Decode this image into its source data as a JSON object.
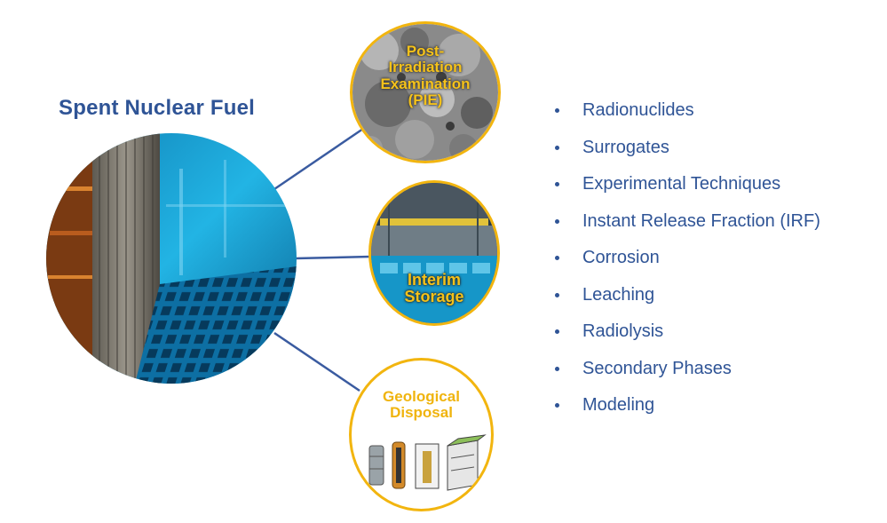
{
  "title": "Spent Nuclear Fuel",
  "nodes": {
    "pie": {
      "lines": [
        "Post-",
        "Irradiation",
        "Examination",
        "(PIE)"
      ]
    },
    "storage": {
      "lines": [
        "Interim",
        "Storage"
      ]
    },
    "disposal": {
      "lines": [
        "Geological",
        "Disposal"
      ]
    }
  },
  "topics": [
    "Radionuclides",
    "Surrogates",
    "Experimental Techniques",
    "Instant Release Fraction (IRF)",
    "Corrosion",
    "Leaching",
    "Radiolysis",
    "Secondary Phases",
    "Modeling"
  ],
  "colors": {
    "title": "#2f5496",
    "connector": "#3a5ba0",
    "node_border": "#f2b50f",
    "node_label": "#f5c21a",
    "bullet_text": "#2f5496",
    "pool_water": "#1aa4d6"
  }
}
